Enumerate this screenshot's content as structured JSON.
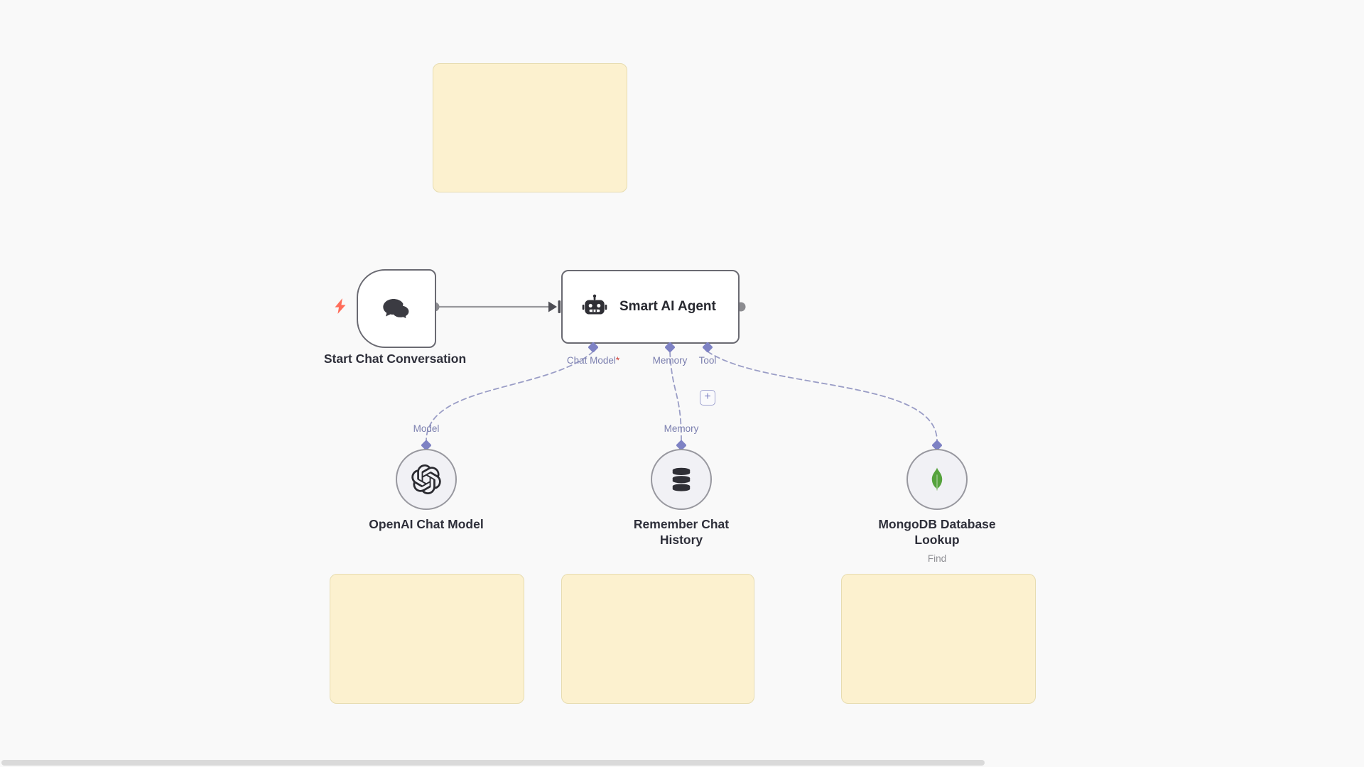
{
  "workflow": {
    "trigger": {
      "label": "Start Chat Conversation"
    },
    "agent": {
      "title": "Smart AI Agent",
      "ports": [
        {
          "label": "Chat Model",
          "required_marker": "*"
        },
        {
          "label": "Memory",
          "required_marker": ""
        },
        {
          "label": "Tool",
          "required_marker": ""
        }
      ],
      "add_button": "+"
    },
    "subnodes": [
      {
        "title": "OpenAI Chat Model",
        "port_label": "Model",
        "subtitle": ""
      },
      {
        "title": "Remember Chat History",
        "port_label": "Memory",
        "subtitle": ""
      },
      {
        "title": "MongoDB Database Lookup",
        "port_label": "",
        "subtitle": "Find"
      }
    ],
    "sticky_notes": [
      {
        "position": "top"
      },
      {
        "position": "bottom-left"
      },
      {
        "position": "bottom-center"
      },
      {
        "position": "bottom-right"
      }
    ]
  },
  "icons": {
    "trigger": "chat-bubbles-icon",
    "trigger_badge": "lightning-bolt-icon",
    "agent": "robot-icon",
    "subnode_0": "openai-logo-icon",
    "subnode_1": "database-icon",
    "subnode_2": "mongodb-leaf-icon",
    "add": "plus-icon"
  },
  "colors": {
    "canvas": "#f9f9f9",
    "sticky_fill": "#fcf1cf",
    "sticky_border": "#e7dcb0",
    "node_border": "#6a6a72",
    "wire_solid": "#98989c",
    "wire_dashed": "#9a9dc6",
    "port_diamond": "#7e82c4",
    "port_label": "#7a7eae",
    "required": "#d0433b",
    "bolt": "#ff6d5a",
    "mongodb_green": "#56a33d",
    "icon_dark": "#2f2f35",
    "label_text": "#2e2f3a",
    "subtitle_text": "#8f8f94"
  }
}
